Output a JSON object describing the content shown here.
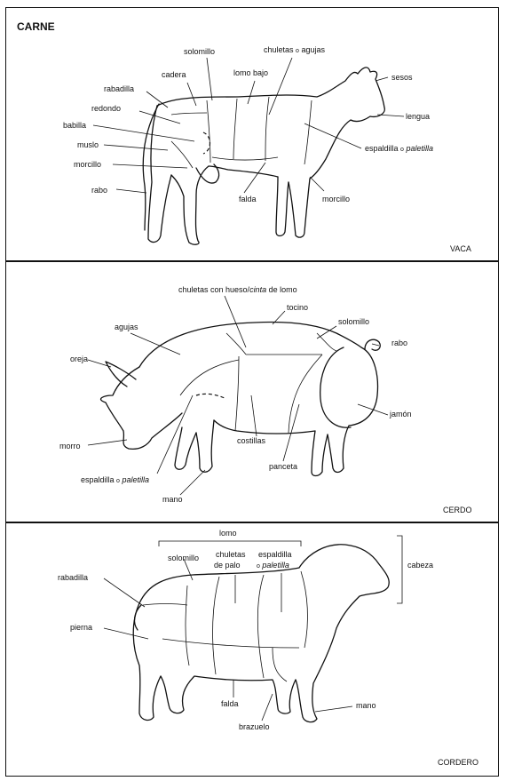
{
  "title": "CARNE",
  "vaca": {
    "name": "VACA",
    "labels": {
      "solomillo": "solomillo",
      "chuletas": "chuletas",
      "o1": "o",
      "agujas": "agujas",
      "cadera": "cadera",
      "lomo_bajo": "lomo bajo",
      "sesos": "sesos",
      "rabadilla": "rabadilla",
      "redondo": "redondo",
      "lengua": "lengua",
      "babilla": "babilla",
      "muslo": "muslo",
      "espaldilla": "espaldilla",
      "o2": "o",
      "paletilla": "paletilla",
      "morcillo_a": "morcillo",
      "rabo": "rabo",
      "falda": "falda",
      "morcillo_b": "morcillo"
    }
  },
  "cerdo": {
    "name": "CERDO",
    "labels": {
      "chuletas_hueso": "chuletas con hueso/",
      "cinta": "cinta",
      "de_lomo": "de lomo",
      "tocino": "tocino",
      "agujas": "agujas",
      "solomillo": "solomillo",
      "rabo": "rabo",
      "oreja": "oreja",
      "jamon": "jamón",
      "morro": "morro",
      "costillas": "costillas",
      "panceta": "panceta",
      "espaldilla": "espaldilla",
      "o": "o",
      "paletilla": "paletilla",
      "mano": "mano"
    }
  },
  "cordero": {
    "name": "CORDERO",
    "labels": {
      "lomo": "lomo",
      "solomillo": "solomillo",
      "chuletas": "chuletas",
      "de_palo": "de palo",
      "espaldilla": "espaldilla",
      "o": "o",
      "paletilla": "paletilla",
      "cabeza": "cabeza",
      "rabadilla": "rabadilla",
      "pierna": "pierna",
      "falda": "falda",
      "brazuelo": "brazuelo",
      "mano": "mano"
    }
  }
}
